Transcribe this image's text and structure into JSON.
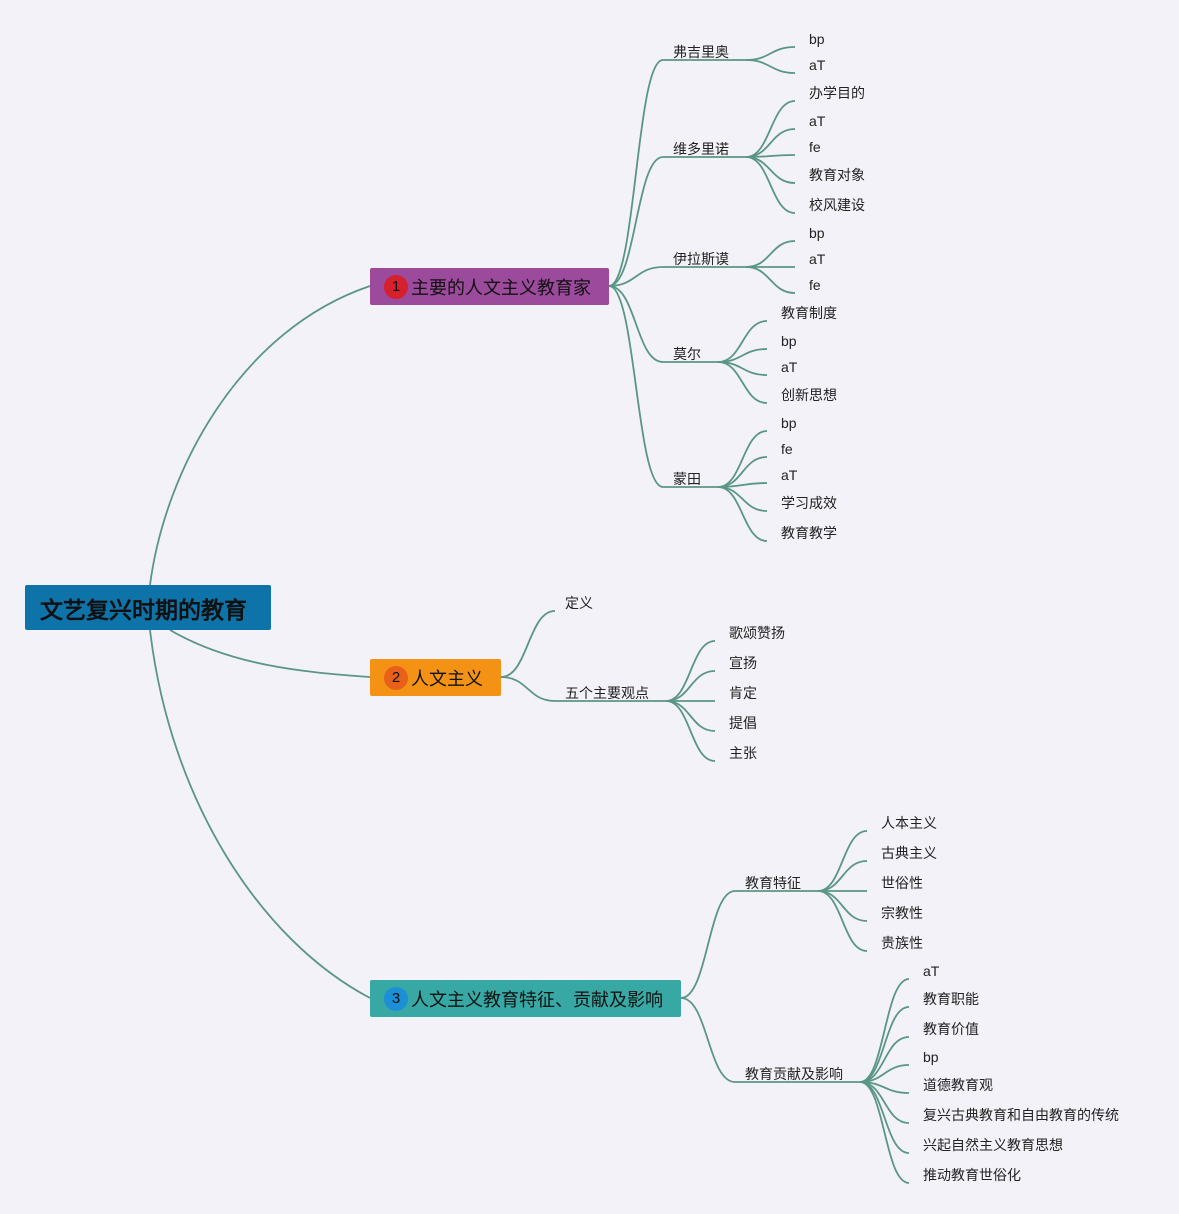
{
  "root": {
    "label": "文艺复兴时期的教育",
    "color": "#0e73a8"
  },
  "line_color": "#5a9685",
  "topics": [
    {
      "index": "1",
      "label": "主要的人文主义教育家",
      "color": "#9b4a9c",
      "badge_color": "#d6202e",
      "children": [
        {
          "label": "弗吉里奥",
          "children": [
            "bp",
            "aT"
          ]
        },
        {
          "label": "维多里诺",
          "children": [
            "办学目的",
            "aT",
            "fe",
            "教育对象",
            "校风建设"
          ]
        },
        {
          "label": "伊拉斯谟",
          "children": [
            "bp",
            "aT",
            "fe"
          ]
        },
        {
          "label": "莫尔",
          "children": [
            "教育制度",
            "bp",
            "aT",
            "创新思想"
          ]
        },
        {
          "label": "蒙田",
          "children": [
            "bp",
            "fe",
            "aT",
            "学习成效",
            "教育教学"
          ]
        }
      ]
    },
    {
      "index": "2",
      "label": "人文主义",
      "color": "#f39214",
      "badge_color": "#e8601a",
      "children": [
        {
          "label": "定义",
          "children": []
        },
        {
          "label": "五个主要观点",
          "children": [
            "歌颂赞扬",
            "宣扬",
            "肯定",
            "提倡",
            "主张"
          ]
        }
      ]
    },
    {
      "index": "3",
      "label": "人文主义教育特征、贡献及影响",
      "color": "#37a8a4",
      "badge_color": "#1d8fd6",
      "children": [
        {
          "label": "教育特征",
          "children": [
            "人本主义",
            "古典主义",
            "世俗性",
            "宗教性",
            "贵族性"
          ]
        },
        {
          "label": "教育贡献及影响",
          "children": [
            "aT",
            "教育职能",
            "教育价值",
            "bp",
            "道德教育观",
            "复兴古典教育和自由教育的传统",
            "兴起自然主义教育思想",
            "推动教育世俗化"
          ]
        }
      ]
    }
  ]
}
